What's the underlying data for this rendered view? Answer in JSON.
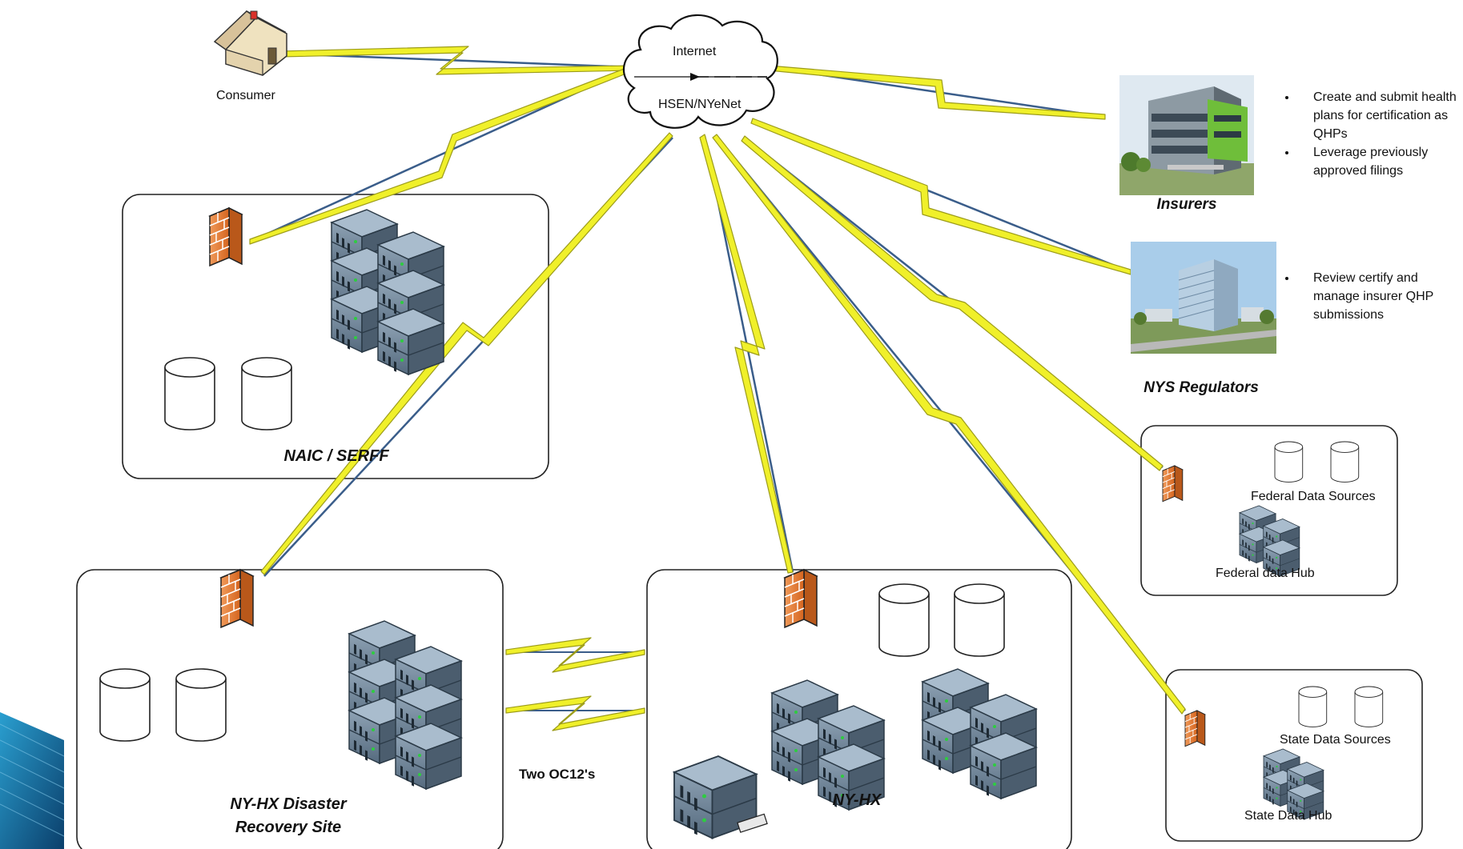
{
  "cloud": {
    "top_label": "Internet",
    "bottom_label": "HSEN/NYeNet"
  },
  "consumer": {
    "label": "Consumer"
  },
  "insurers": {
    "title": "Insurers",
    "bullets": [
      "Create and submit health plans for certification as QHPs",
      "Leverage previously approved filings"
    ]
  },
  "regulators": {
    "title": "NYS Regulators",
    "bullets": [
      "Review certify and manage insurer QHP submissions"
    ]
  },
  "naic": {
    "title": "NAIC / SERFF"
  },
  "dr_site": {
    "title_line1": "NY-HX Disaster",
    "title_line2": "Recovery Site"
  },
  "nyhx": {
    "title": "NY-HX"
  },
  "link_label": "Two OC12's",
  "federal": {
    "sources_label": "Federal Data Sources",
    "hub_label": "Federal data Hub"
  },
  "state": {
    "sources_label": "State Data Sources",
    "hub_label": "State Data Hub"
  },
  "colors": {
    "bolt_fill": "#f0f02a",
    "bolt_line": "#9c9c1a",
    "wire": "#3a5d8a",
    "firewall": "#e87a3c",
    "server": "#6e8396",
    "accent": "#3a8fbe"
  }
}
